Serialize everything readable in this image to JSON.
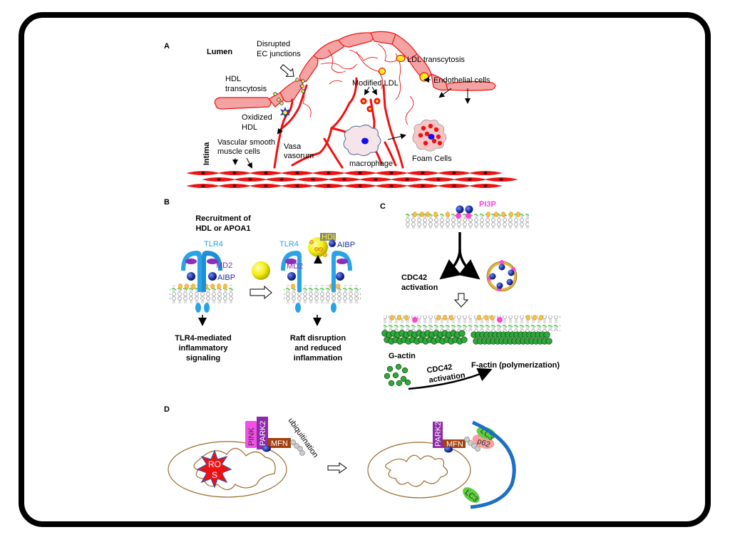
{
  "figure": {
    "panels": {
      "A": {
        "letter": "A",
        "lumen": "Lumen",
        "intima": "Intima",
        "disrupted_1": "Disrupted",
        "disrupted_2": "EC junctions",
        "ldl_transcytosis": "LDL transcytosis",
        "hdl_transcytosis_1": "HDL",
        "hdl_transcytosis_2": "transcytosis",
        "modified_ldl": "Modified LDL",
        "endothelial_cells": "Endothelial cells",
        "oxidized_hdl_1": "Oxidized",
        "oxidized_hdl_2": "HDL",
        "vsmc_1": "Vascular smooth",
        "vsmc_2": "muscle cells",
        "vasa_1": "Vasa",
        "vasa_2": "vasorum",
        "macrophage": "macrophage",
        "foam_cells": "Foam Cells"
      },
      "B": {
        "letter": "B",
        "recruitment_1": "Recruitment of",
        "recruitment_2": "HDL or APOA1",
        "tlr4_left": "TLR4",
        "tlr4_right": "TLR4",
        "md2_left": "MD2",
        "md2_right": "MD2",
        "aibp_left": "AIBP",
        "aibp_right": "AIBP",
        "hdl": "HDL",
        "outcome_left_1": "TLR4-mediated",
        "outcome_left_2": "inflammatory",
        "outcome_left_3": "signaling",
        "outcome_right_1": "Raft disruption",
        "outcome_right_2": "and reduced",
        "outcome_right_3": "inflammation"
      },
      "C": {
        "letter": "C",
        "pi3p": "PI3P",
        "cdc42_1": "CDC42",
        "cdc42_2": "activation",
        "g_actin": "G-actin",
        "cdc42b_1": "CDC42",
        "cdc42b_2": "activation",
        "f_actin": "F-actin (polymerization)"
      },
      "D": {
        "letter": "D",
        "pink": "PINK",
        "park2_left": "PARK2",
        "mfn_left": "MFN",
        "ubiquitination": "ubiquitination",
        "ros_1": "RO",
        "ros_2": "S",
        "park2_right": "PARK2",
        "mfn_right": "MFN",
        "lc3_top": "LC3",
        "p62": "p62",
        "lc3_bottom": "LC3"
      }
    },
    "colors": {
      "endothelium": "#f4a3a3",
      "vessel_red": "#ee1111",
      "tlr4_blue": "#29a3e6",
      "md2_purple": "#8b2fb8",
      "aibp_blue": "#1a2fa0",
      "hdl_yellow": "#f5f01c",
      "pi3p_magenta": "#ff44dd",
      "actin_green": "#2ea83a",
      "pink_magenta": "#f24fe8",
      "park2_purple": "#8e2aa8",
      "mfn_brown": "#a3400f",
      "mito_brown": "#9b6b2b",
      "lc3_green": "#5cd13d",
      "p62_pink": "#f8a0a0",
      "phagophore_blue": "#1c6fc4"
    }
  }
}
